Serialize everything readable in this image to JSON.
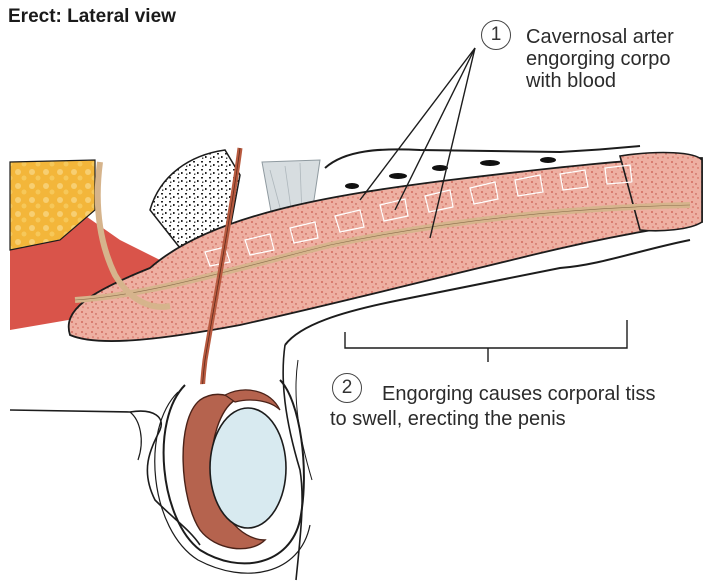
{
  "figure": {
    "title": "Erect: Lateral view"
  },
  "callouts": [
    {
      "number": "1",
      "lines": [
        "Cavernosal arter",
        "engorging corpo",
        "with blood"
      ]
    },
    {
      "number": "2",
      "lines": [
        "Engorging causes corporal tiss",
        "to swell, erecting the penis"
      ]
    }
  ],
  "colors": {
    "tissue": "#e9a394",
    "tissue_speckle": "#c85a4e",
    "outline": "#1c1c1c",
    "skin_line": "#333333",
    "artery": "#b85a3f",
    "testis": "#d8eaf0",
    "epididymis": "#b5634e",
    "fat": "#f0b43a",
    "vessel_beige": "#d6b48c",
    "muscle_red": "#d9544a"
  }
}
